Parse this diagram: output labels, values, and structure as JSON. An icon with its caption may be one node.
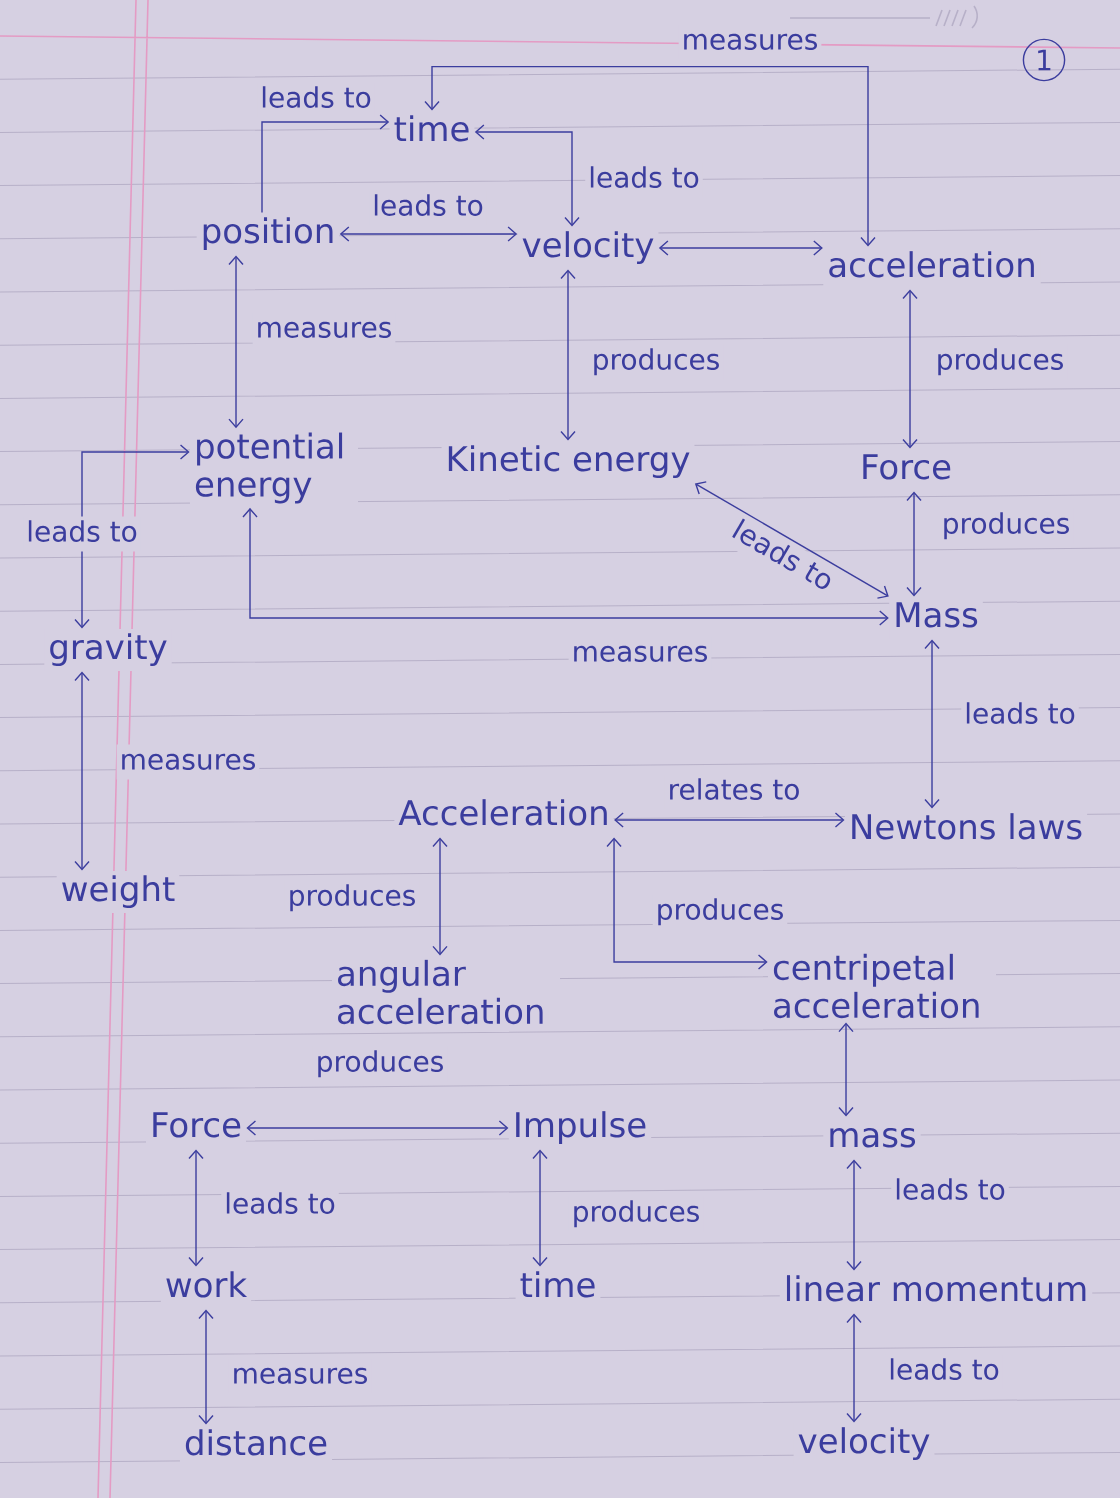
{
  "diagram": {
    "nodes": [
      {
        "text": [
          "time"
        ]
      },
      {
        "text": [
          "position"
        ]
      },
      {
        "text": [
          "velocity"
        ]
      },
      {
        "text": [
          "acceleration"
        ]
      },
      {
        "text": [
          "potential energy"
        ]
      },
      {
        "text": [
          "Kinetic energy"
        ]
      },
      {
        "text": [
          "Force"
        ]
      },
      {
        "text": [
          "Mass"
        ]
      },
      {
        "text": [
          "gravity"
        ]
      },
      {
        "text": [
          "weight"
        ]
      },
      {
        "text": [
          "Acceleration"
        ]
      },
      {
        "text": [
          "Newtons laws"
        ]
      },
      {
        "text": [
          "angular acceleration"
        ]
      },
      {
        "text": [
          "centripetal acceleration"
        ]
      },
      {
        "text": [
          "Force"
        ]
      },
      {
        "text": [
          "Impulse"
        ]
      },
      {
        "text": [
          "mass"
        ]
      },
      {
        "text": [
          "work"
        ]
      },
      {
        "text": [
          "time"
        ]
      },
      {
        "text": [
          "linear momentum"
        ]
      },
      {
        "text": [
          "distance"
        ]
      },
      {
        "text": [
          "velocity"
        ]
      }
    ],
    "edges": [
      {
        "from": 1,
        "to": 0,
        "arrow": "to",
        "label": "leads to"
      },
      {
        "from": 0,
        "to": 2,
        "arrow": "both",
        "label": "leads to"
      },
      {
        "from": 3,
        "to": 0,
        "arrow": "both",
        "label": "measures"
      },
      {
        "from": 1,
        "to": 2,
        "arrow": "both",
        "label": "leads to"
      },
      {
        "from": 2,
        "to": 3,
        "arrow": "both"
      },
      {
        "from": 1,
        "to": 4,
        "arrow": "both",
        "label": "measures"
      },
      {
        "from": 2,
        "to": 5,
        "arrow": "both",
        "label": "produces"
      },
      {
        "from": 3,
        "to": 6,
        "arrow": "both",
        "label": "produces"
      },
      {
        "from": 5,
        "to": 7,
        "arrow": "both",
        "label": "leads to"
      },
      {
        "from": 6,
        "to": 7,
        "arrow": "both",
        "label": "produces"
      },
      {
        "from": 4,
        "to": 7,
        "arrow": "both",
        "label": "measures"
      },
      {
        "from": 8,
        "to": 4,
        "arrow": "both",
        "label": "leads to"
      },
      {
        "from": 8,
        "to": 9,
        "arrow": "both",
        "label": "measures"
      },
      {
        "from": 7,
        "to": 11,
        "arrow": "both",
        "label": "leads to"
      },
      {
        "from": 10,
        "to": 11,
        "arrow": "both",
        "label": "relates to"
      },
      {
        "from": 10,
        "to": 12,
        "arrow": "both",
        "label": "produces"
      },
      {
        "from": 10,
        "to": 13,
        "arrow": "both",
        "label": "produces"
      },
      {
        "from": 13,
        "to": 16,
        "arrow": "both"
      },
      {
        "from": 14,
        "to": 15,
        "arrow": "both",
        "label": "produces"
      },
      {
        "from": 14,
        "to": 17,
        "arrow": "both",
        "label": "leads to"
      },
      {
        "from": 15,
        "to": 18,
        "arrow": "both",
        "label": "produces"
      },
      {
        "from": 16,
        "to": 19,
        "arrow": "both",
        "label": "leads to"
      },
      {
        "from": 19,
        "to": 21,
        "arrow": "both",
        "label": "leads to"
      },
      {
        "from": 17,
        "to": 20,
        "arrow": "both",
        "label": "measures"
      }
    ],
    "labels": [
      "1"
    ]
  }
}
